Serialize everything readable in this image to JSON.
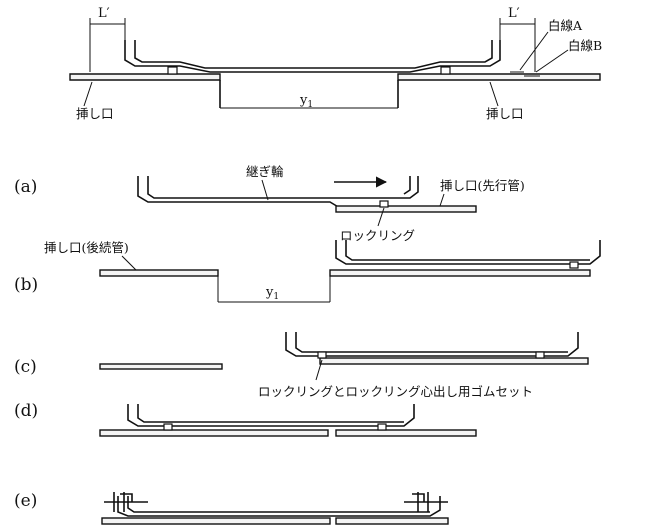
{
  "top": {
    "dim_left": "L′",
    "dim_right": "L′",
    "dim_gap": "y",
    "dim_gap_sub": "1",
    "white_line_a": "白線A",
    "white_line_b": "白線B",
    "spigot_left": "挿し口",
    "spigot_right": "挿し口"
  },
  "steps": {
    "a": {
      "tag": "(a)",
      "coupling": "継ぎ輪",
      "spigot_leading": "挿し口(先行管)",
      "lock_ring": "ロックリング"
    },
    "b": {
      "tag": "(b)",
      "spigot_trailing": "挿し口(後続管)",
      "dim_gap": "y",
      "dim_gap_sub": "1"
    },
    "c": {
      "tag": "(c)",
      "note": "ロックリングとロックリング心出し用ゴムセット"
    },
    "d": {
      "tag": "(d)"
    },
    "e": {
      "tag": "(e)"
    }
  }
}
